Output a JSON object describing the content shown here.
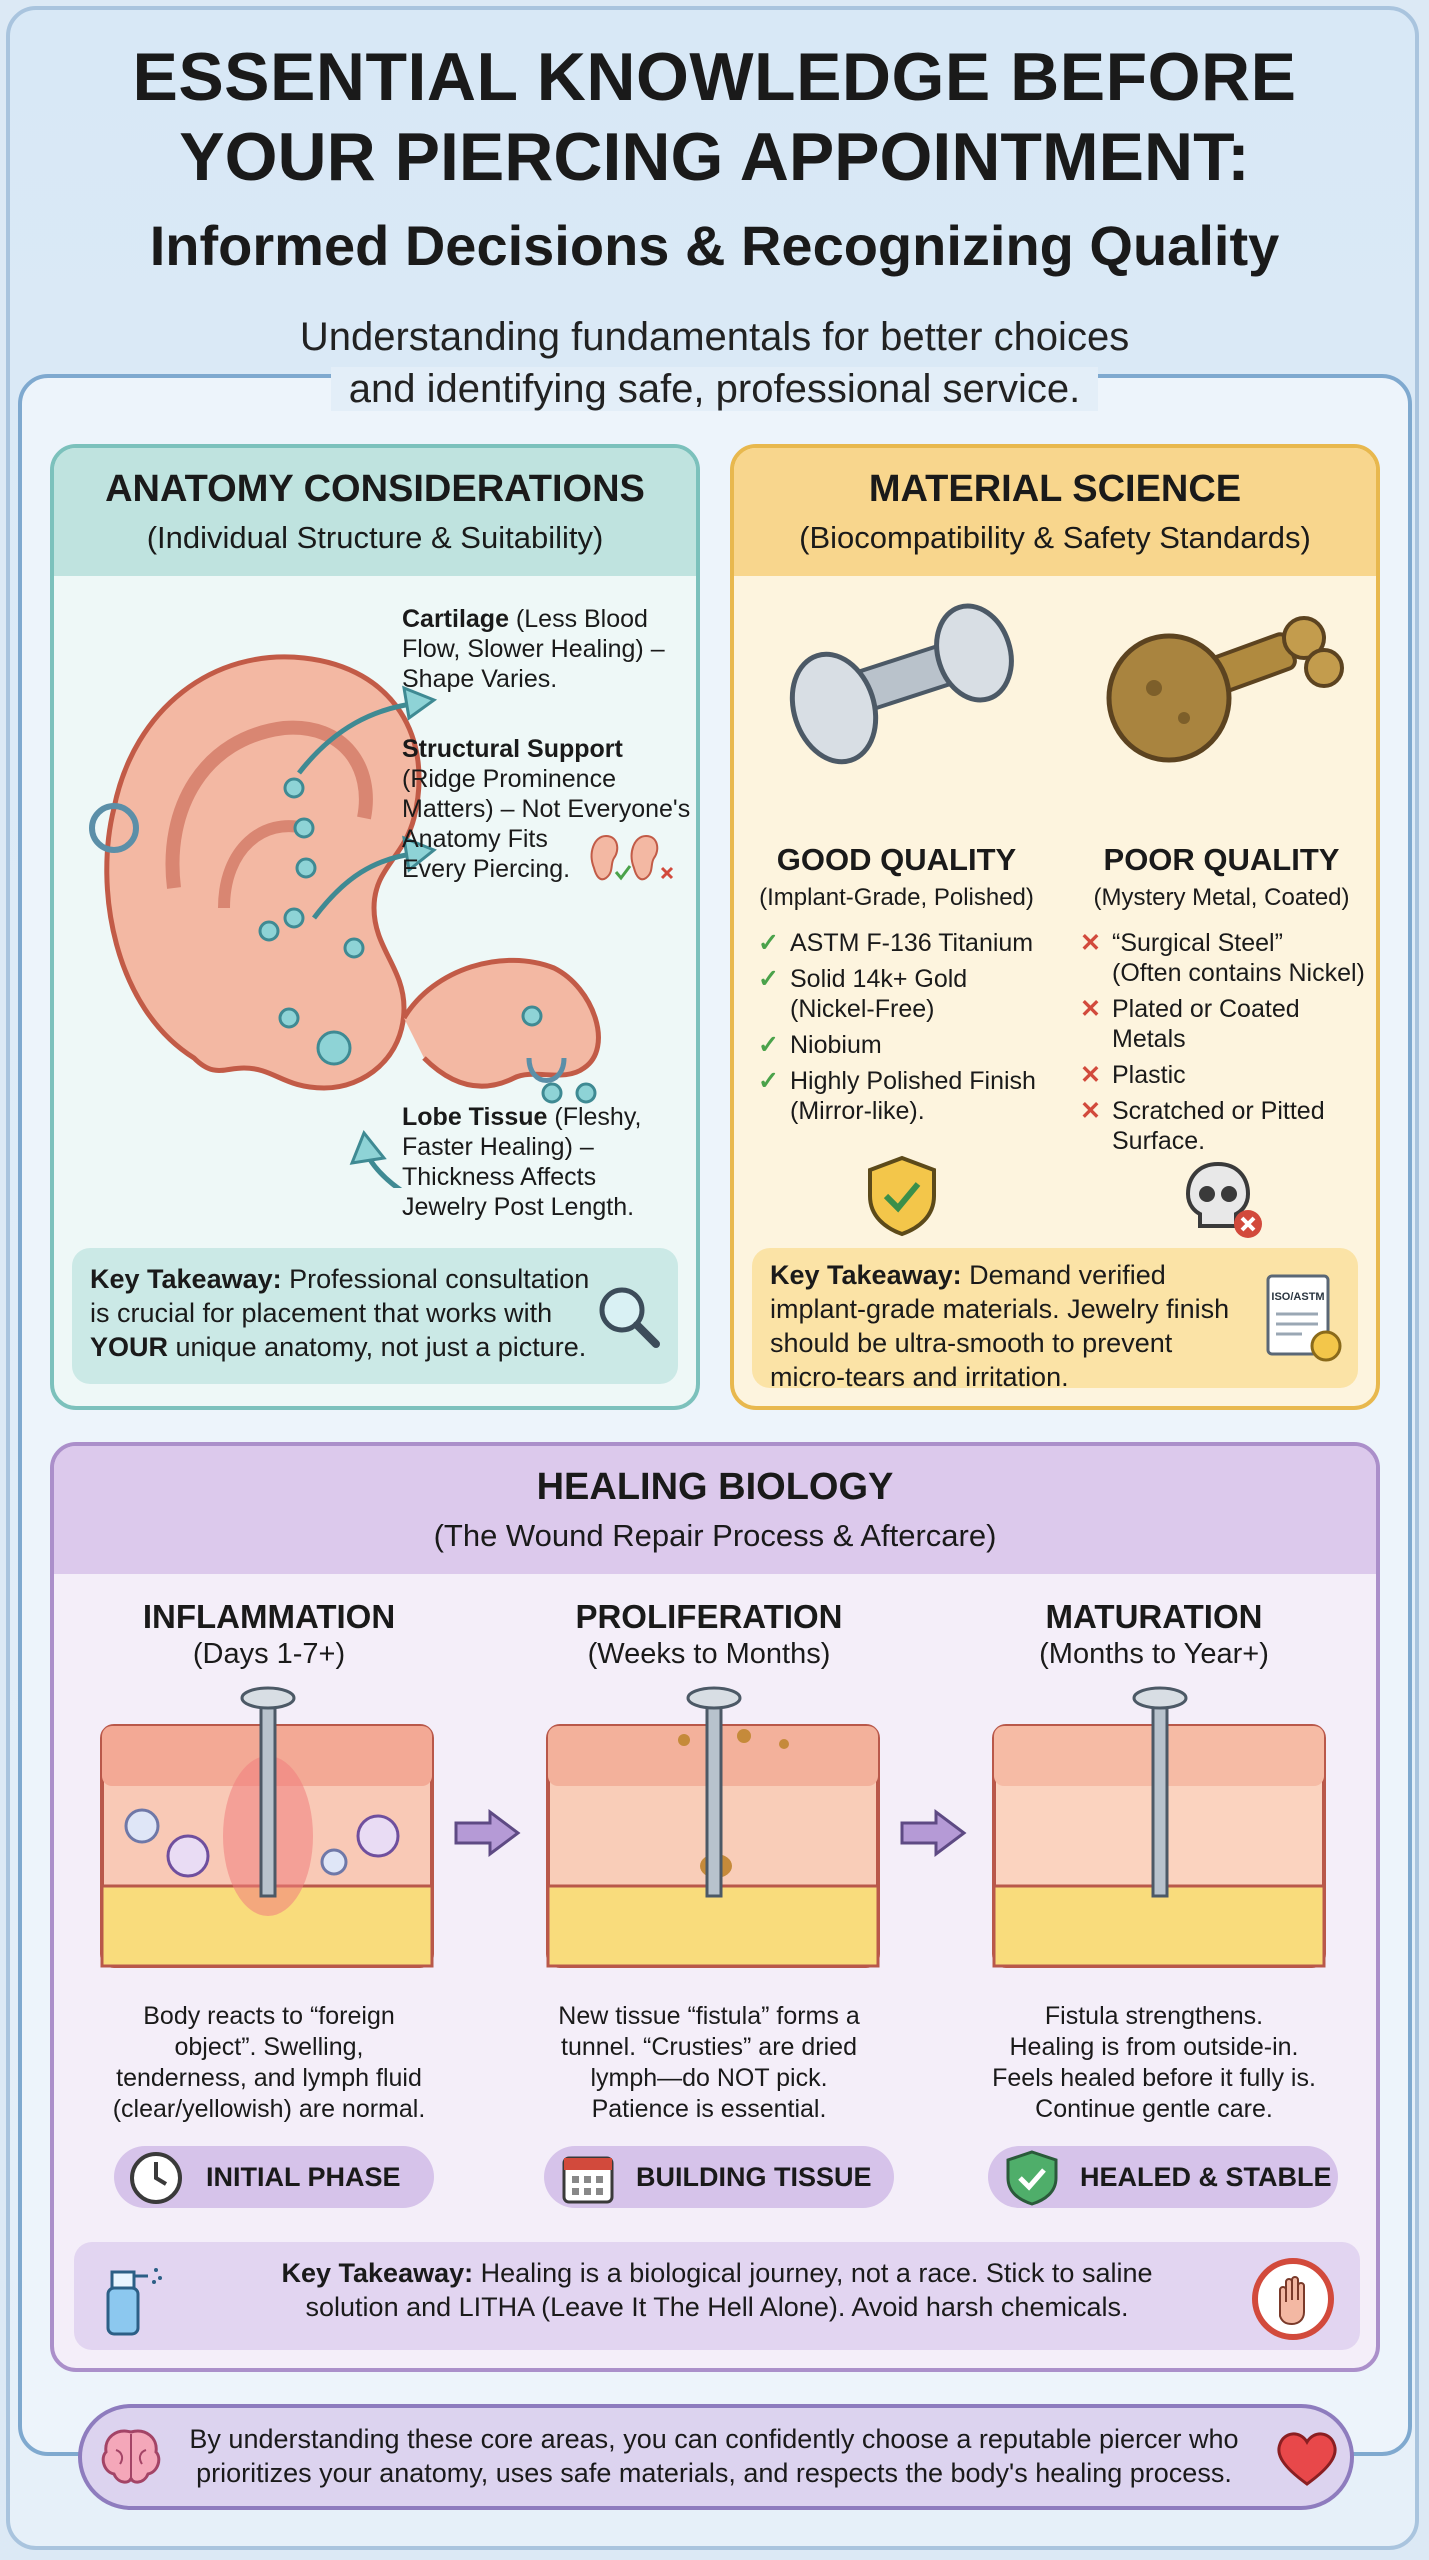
{
  "header": {
    "title_line1": "ESSENTIAL KNOWLEDGE BEFORE",
    "title_line2": "YOUR PIERCING APPOINTMENT:",
    "subtitle": "Informed Decisions & Recognizing Quality",
    "intro_line1": "Understanding fundamentals for better choices",
    "intro_line2": "and identifying safe, professional service."
  },
  "anatomy": {
    "title": "ANATOMY CONSIDERATIONS",
    "subtitle": "(Individual Structure & Suitability)",
    "cartilage_bold": "Cartilage",
    "cartilage_l1": " (Less Blood",
    "cartilage_l2": "Flow, Slower Healing) –",
    "cartilage_l3": "Shape Varies.",
    "structural_bold": "Structural Support",
    "structural_l2": "(Ridge Prominence",
    "structural_l3": "Matters) – Not Everyone's",
    "structural_l4": "Anatomy Fits",
    "structural_l5": "Every Piercing.",
    "lobe_bold": "Lobe Tissue",
    "lobe_l1": " (Fleshy,",
    "lobe_l2": "Faster Healing) –",
    "lobe_l3": "Thickness Affects",
    "lobe_l4": "Jewelry Post Length.",
    "takeaway_label": "Key Takeaway:",
    "takeaway_l1": " Professional consultation",
    "takeaway_l2": "is crucial for placement that works with",
    "takeaway_bold": "YOUR",
    "takeaway_l3": " unique anatomy, not just a picture."
  },
  "material": {
    "title": "MATERIAL SCIENCE",
    "subtitle": "(Biocompatibility & Safety Standards)",
    "good_title": "GOOD QUALITY",
    "good_sub": "(Implant-Grade, Polished)",
    "good_items": [
      "ASTM F-136 Titanium",
      "Solid 14k+ Gold",
      "(Nickel-Free)",
      "Niobium",
      "Highly Polished Finish",
      "(Mirror-like)."
    ],
    "bad_title": "POOR QUALITY",
    "bad_sub": "(Mystery Metal, Coated)",
    "bad_items": [
      "“Surgical Steel”",
      "(Often contains Nickel)",
      "Plated or Coated",
      "Metals",
      "Plastic",
      "Scratched or Pitted",
      "Surface."
    ],
    "cert_label": "ISO/ASTM",
    "takeaway_label": "Key Takeaway:",
    "takeaway_l1": " Demand verified",
    "takeaway_l2": "implant-grade materials. Jewelry finish",
    "takeaway_l3": "should be ultra-smooth to prevent",
    "takeaway_l4": "micro-tears and irritation."
  },
  "healing": {
    "title": "HEALING BIOLOGY",
    "subtitle": "(The Wound Repair Process & Aftercare)",
    "stages": [
      {
        "title": "INFLAMMATION",
        "period": "(Days 1-7+)",
        "desc": [
          "Body reacts to “foreign",
          "object”. Swelling,",
          "tenderness, and lymph fluid",
          "(clear/yellowish) are normal."
        ],
        "badge": "INITIAL PHASE"
      },
      {
        "title": "PROLIFERATION",
        "period": "(Weeks to Months)",
        "desc": [
          "New tissue “fistula” forms a",
          "tunnel. “Crusties” are dried",
          "lymph—do NOT pick.",
          "Patience is essential."
        ],
        "badge": "BUILDING TISSUE"
      },
      {
        "title": "MATURATION",
        "period": "(Months to Year+)",
        "desc": [
          "Fistula strengthens.",
          "Healing is from outside-in.",
          "Feels healed before it fully is.",
          "Continue gentle care."
        ],
        "badge": "HEALED & STABLE"
      }
    ],
    "takeaway_label": "Key Takeaway:",
    "takeaway_l1": " Healing is a biological journey, not a race. Stick to saline",
    "takeaway_l2": "solution and LITHA (Leave It The Hell Alone). Avoid harsh chemicals."
  },
  "footer": {
    "line1": "By understanding these core areas, you can confidently choose a reputable piercer who",
    "line2": "prioritizes your anatomy, uses safe materials, and respects the body's healing process."
  },
  "colors": {
    "teal": "#7cc1bc",
    "gold": "#e8b84e",
    "purple": "#ab8fca",
    "check": "#4aa24a",
    "cross": "#d24a3c"
  }
}
